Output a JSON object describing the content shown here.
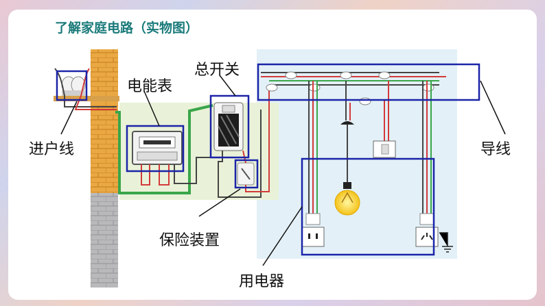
{
  "title": "了解家庭电路（实物图）",
  "labels": {
    "entry_wire": "进户线",
    "meter": "电能表",
    "main_switch": "总开关",
    "fuse": "保险装置",
    "wires": "导线",
    "appliances": "用电器"
  },
  "colors": {
    "title": "#1a7a7a",
    "highlight_box": "#1b24a8",
    "live_wire": "#d33a3a",
    "neutral_wire": "#444444",
    "ground_wire": "#3aa64a",
    "room_bg": "#e3f0f7",
    "brick": "#e8a83c"
  }
}
